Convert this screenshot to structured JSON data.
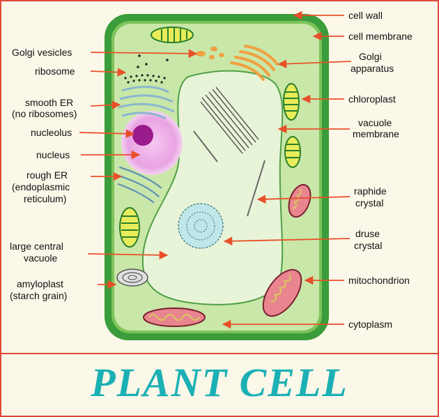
{
  "title": "PLANT CELL",
  "colors": {
    "frame": "#e04a3a",
    "title": "#1bb0b4",
    "cell_wall": "#3a9c3a",
    "cytoplasm": "#c9e7a8",
    "vacuole": "#e8f4d8",
    "arrow": "#e8502a",
    "nucleus": "#e9a3e3",
    "golgi": "#f0a040",
    "er": "#8bb6cf"
  },
  "labels": {
    "cell_wall": "cell wall",
    "cell_membrane": "cell membrane",
    "golgi_vesicles": "Golgi vesicles",
    "golgi_apparatus_1": "Golgi",
    "golgi_apparatus_2": "apparatus",
    "ribosome": "ribosome",
    "smooth_er_1": "smooth ER",
    "smooth_er_2": "(no ribosomes)",
    "chloroplast": "chloroplast",
    "nucleolus": "nucleolus",
    "vacuole_membrane_1": "vacuole",
    "vacuole_membrane_2": "membrane",
    "nucleus": "nucleus",
    "rough_er_1": "rough ER",
    "rough_er_2": "(endoplasmic",
    "rough_er_3": "reticulum)",
    "raphide_1": "raphide",
    "raphide_2": "crystal",
    "druse_1": "druse",
    "druse_2": "crystal",
    "vacuole_1": "large central",
    "vacuole_2": "vacuole",
    "amyloplast_1": "amyloplast",
    "amyloplast_2": "(starch grain)",
    "mitochondrion": "mitochondrion",
    "cytoplasm": "cytoplasm"
  }
}
